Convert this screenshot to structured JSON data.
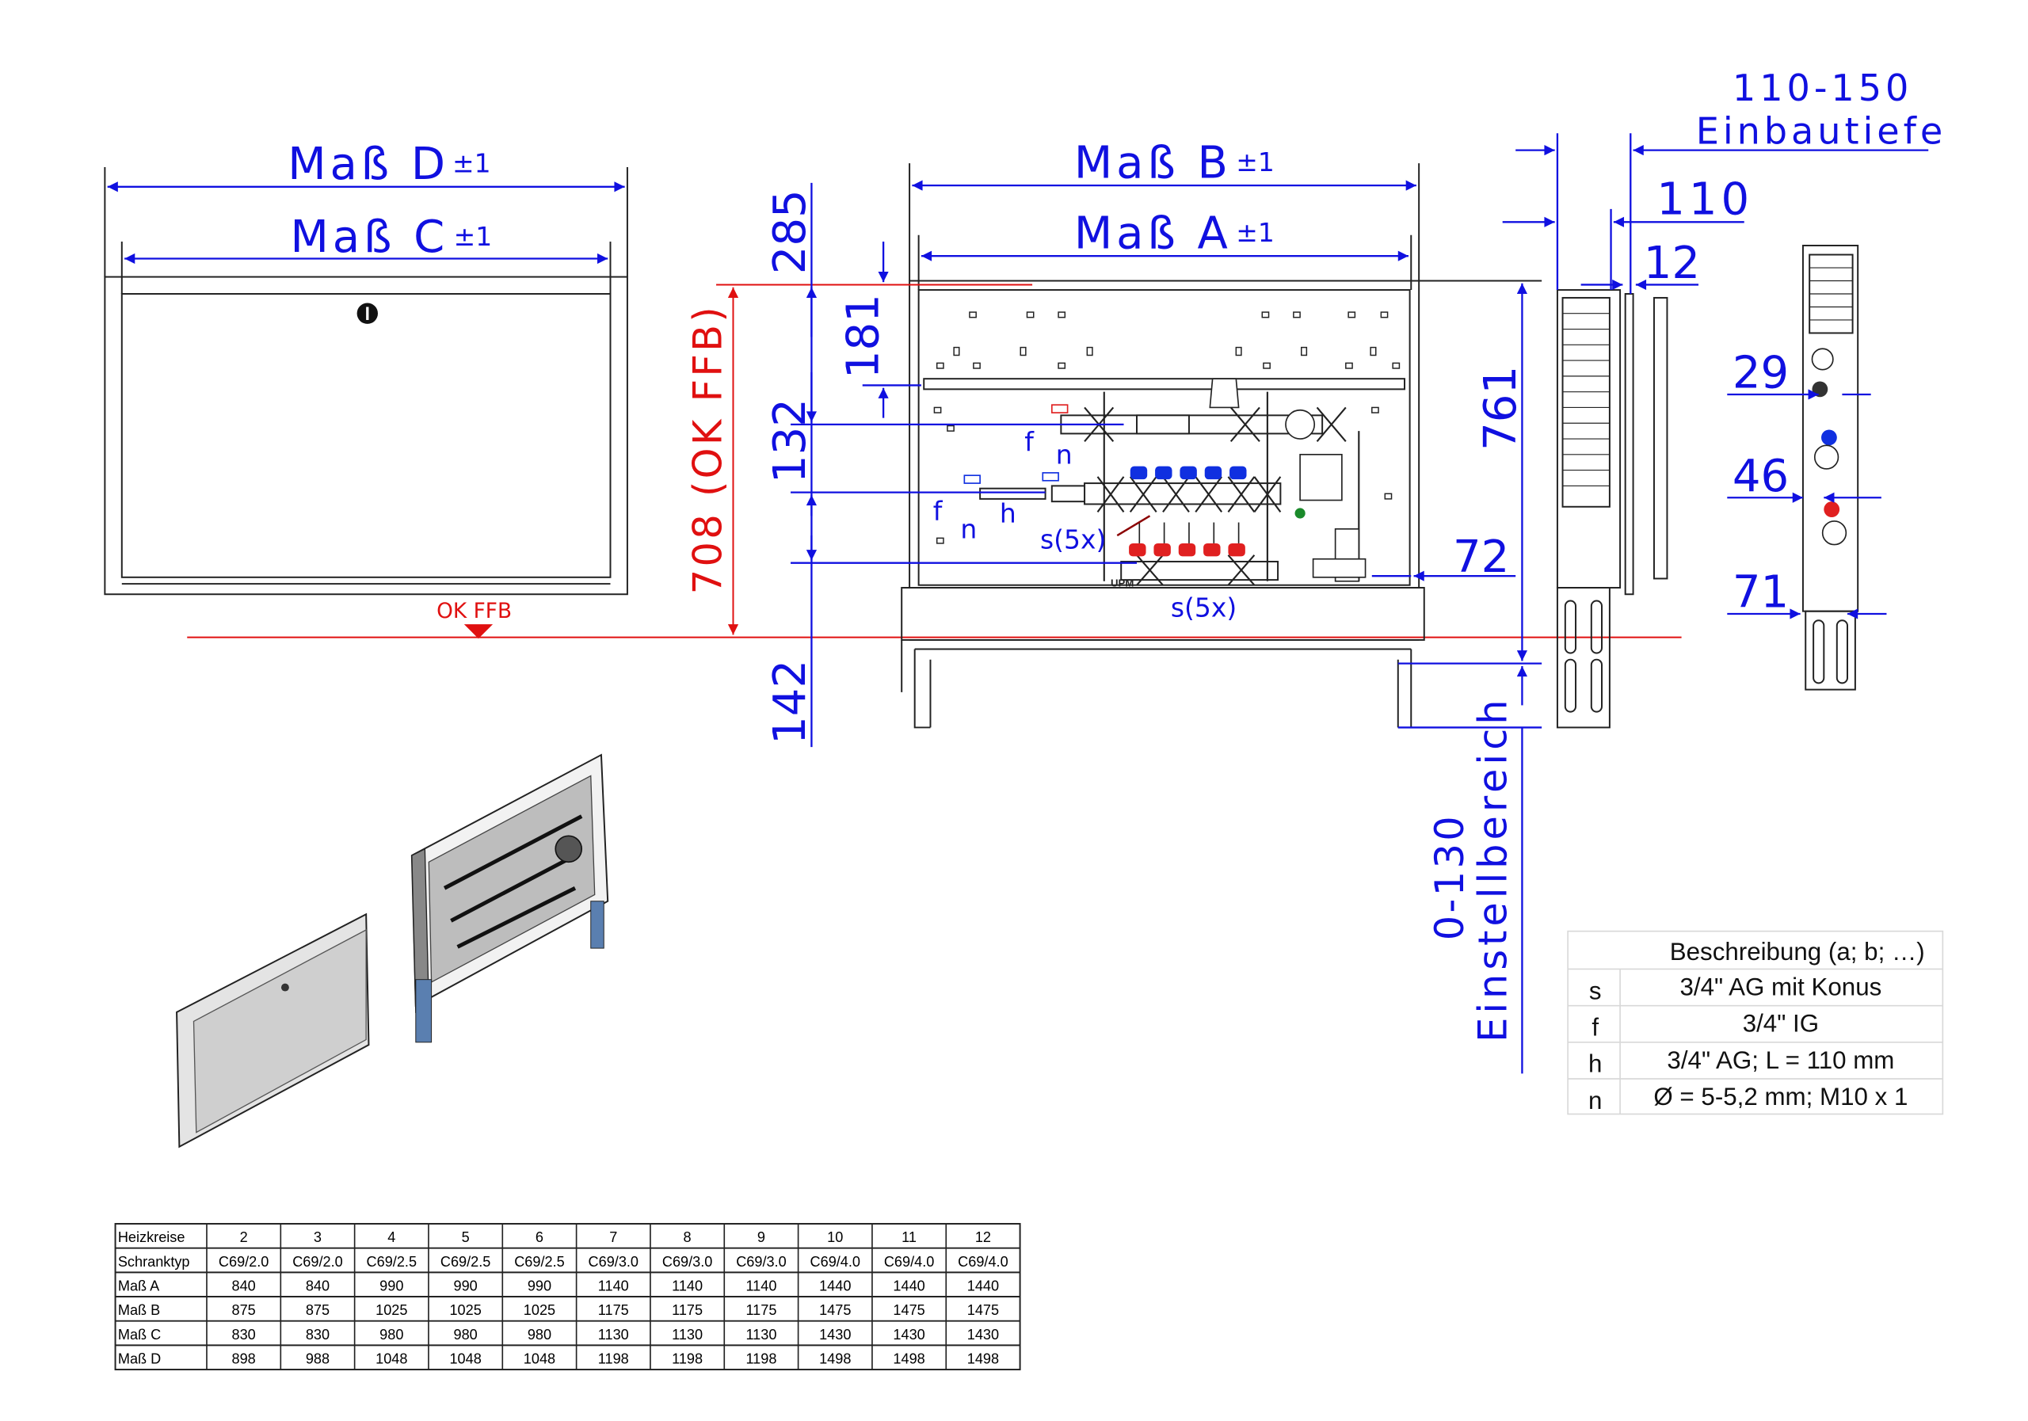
{
  "dimensions": {
    "mass_d": "Maß D",
    "mass_c": "Maß C",
    "mass_b": "Maß B",
    "mass_a": "Maß A",
    "tolerance": "±1",
    "d285": "285",
    "d181": "181",
    "d132": "132",
    "d142": "142",
    "d708": "708 (OK FFB)",
    "d761": "761",
    "d72": "72",
    "adjust_value": "0-130",
    "adjust_label": "Einstellbereich",
    "depth_value": "110-150",
    "depth_label": "Einbautiefe",
    "d110": "110",
    "d12": "12",
    "d29": "29",
    "d46": "46",
    "d71": "71",
    "floor_level": "OK FFB"
  },
  "callouts": {
    "s_top": "s(5x)",
    "s_bottom": "s(5x)",
    "f1": "f",
    "n1": "n",
    "f2": "f",
    "n2": "n",
    "h": "h",
    "pump": "UPM"
  },
  "colors": {
    "dimension": "#1010e0",
    "floor_line": "#e01010",
    "outline": "#222222"
  },
  "legend": {
    "header": "Beschreibung (a; b; …)",
    "rows": [
      {
        "key": "s",
        "desc": "3/4\" AG mit Konus"
      },
      {
        "key": "f",
        "desc": "3/4\" IG"
      },
      {
        "key": "h",
        "desc": "3/4\" AG; L = 110 mm"
      },
      {
        "key": "n",
        "desc": "Ø = 5-5,2 mm; M10 x 1"
      }
    ]
  },
  "size_table": {
    "rows": [
      [
        "Heizkreise",
        "2",
        "3",
        "4",
        "5",
        "6",
        "7",
        "8",
        "9",
        "10",
        "11",
        "12"
      ],
      [
        "Schranktyp",
        "C69/2.0",
        "C69/2.0",
        "C69/2.5",
        "C69/2.5",
        "C69/2.5",
        "C69/3.0",
        "C69/3.0",
        "C69/3.0",
        "C69/4.0",
        "C69/4.0",
        "C69/4.0"
      ],
      [
        "Maß A",
        "840",
        "840",
        "990",
        "990",
        "990",
        "1140",
        "1140",
        "1140",
        "1440",
        "1440",
        "1440"
      ],
      [
        "Maß B",
        "875",
        "875",
        "1025",
        "1025",
        "1025",
        "1175",
        "1175",
        "1175",
        "1475",
        "1475",
        "1475"
      ],
      [
        "Maß C",
        "830",
        "830",
        "980",
        "980",
        "980",
        "1130",
        "1130",
        "1130",
        "1430",
        "1430",
        "1430"
      ],
      [
        "Maß D",
        "898",
        "988",
        "1048",
        "1048",
        "1048",
        "1198",
        "1198",
        "1198",
        "1498",
        "1498",
        "1498"
      ]
    ]
  }
}
